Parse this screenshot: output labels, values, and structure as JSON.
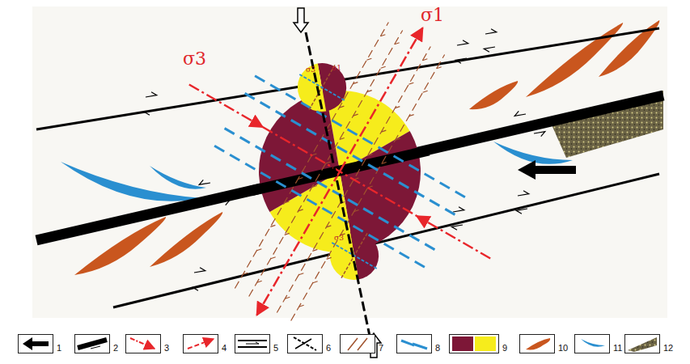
{
  "diagram": {
    "labels": [
      "σ3",
      "σ1",
      "σ3",
      "σ1",
      "σ3"
    ],
    "legend": [
      {
        "text": "1"
      },
      {
        "text": "2"
      },
      {
        "text": "3"
      },
      {
        "text": "4"
      },
      {
        "text": "5"
      },
      {
        "text": "6"
      },
      {
        "text": "7"
      },
      {
        "text": "8"
      },
      {
        "text": "9"
      },
      {
        "text": "10"
      },
      {
        "text": "11"
      },
      {
        "text": "12"
      }
    ]
  }
}
